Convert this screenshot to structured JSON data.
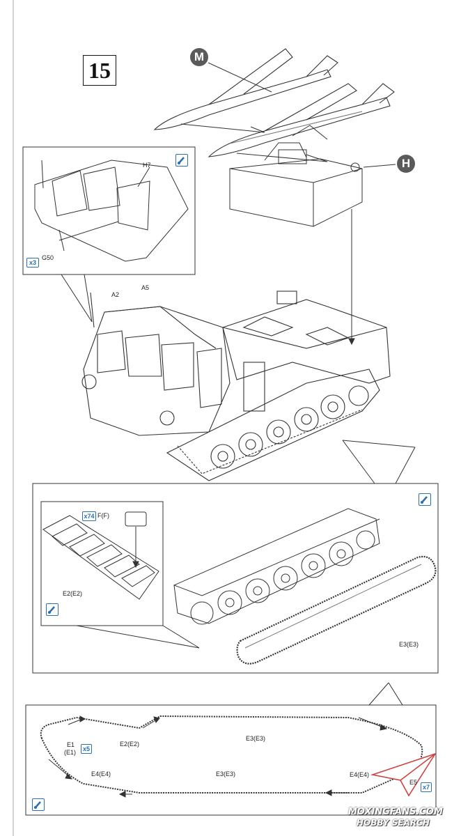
{
  "step": {
    "number": "15"
  },
  "callouts": {
    "m": "M",
    "h": "H"
  },
  "inset_cab": {
    "h7": "H7",
    "g50": "G50",
    "qty": "x3"
  },
  "main": {
    "a2": "A2",
    "a5": "A5"
  },
  "inset_track": {
    "qty": "x74",
    "f": "F(F)",
    "e2": "E2(E2)",
    "e3": "E3(E3)"
  },
  "bottom": {
    "e1": "E1",
    "e1b": "(E1)",
    "qty5": "x5",
    "e2": "E2(E2)",
    "e3_top": "E3(E3)",
    "e3_bot": "E3(E3)",
    "e4_left": "E4(E4)",
    "e4_right": "E4(E4)",
    "e5": "E5",
    "qty7": "x7"
  },
  "watermark": {
    "line1": "MOXINGFANS.COM",
    "line2": "HOBBY SEARCH"
  },
  "colors": {
    "accent": "#2a6fb0",
    "callout": "#5a5a5a"
  },
  "icons": [
    "paint-brush-icon",
    "quantity-badge-icon",
    "paper-plane-icon"
  ]
}
